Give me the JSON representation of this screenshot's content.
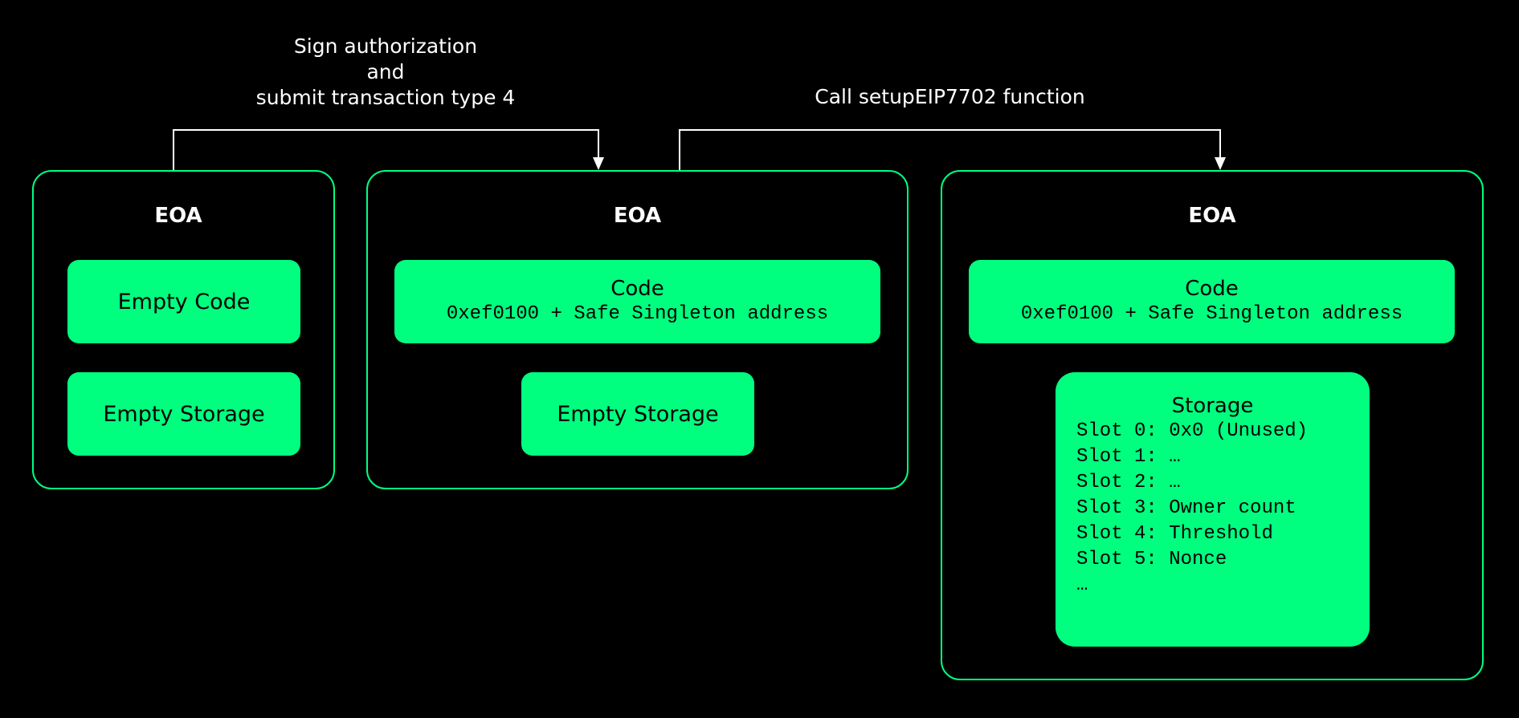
{
  "captions": {
    "sign_line1": "Sign authorization",
    "sign_line2": "and",
    "sign_line3": "submit transaction type 4",
    "call": "Call setupEIP7702 function"
  },
  "panels": [
    {
      "title": "EOA",
      "code_label": "Empty Code",
      "storage_label": "Empty Storage"
    },
    {
      "title": "EOA",
      "code_title": "Code",
      "code_value": "0xef0100 + Safe Singleton address",
      "storage_label": "Empty Storage"
    },
    {
      "title": "EOA",
      "code_title": "Code",
      "code_value": "0xef0100 + Safe Singleton address",
      "storage_title": "Storage",
      "slots": [
        "Slot 0: 0x0 (Unused)",
        "Slot 1: …",
        "Slot 2: …",
        "Slot 3: Owner count",
        "Slot 4: Threshold",
        "Slot 5: Nonce",
        "…"
      ]
    }
  ],
  "colors": {
    "accent": "#00ff7f",
    "background": "#000000",
    "text": "#ffffff",
    "box_text": "#000000"
  }
}
